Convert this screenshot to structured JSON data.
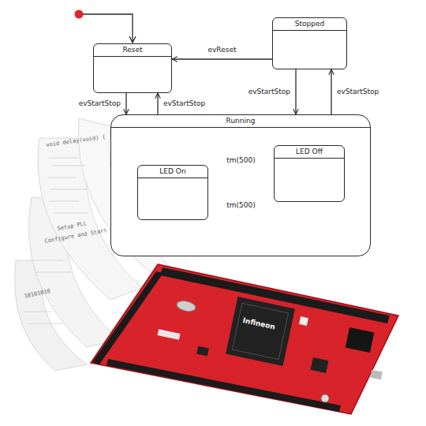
{
  "diagram": {
    "nodes": [
      {
        "text": [
          "Reset"
        ]
      },
      {
        "text": [
          "Stopped"
        ]
      },
      {
        "text": [
          "Running"
        ]
      },
      {
        "text": [
          "LED On"
        ],
        "in": 2
      },
      {
        "text": [
          "LED Off"
        ],
        "in": 2
      }
    ],
    "edges": [
      {
        "from": 1,
        "to": 0,
        "label": "evReset",
        "arrow": "to"
      },
      {
        "from": 0,
        "to": 2,
        "label": "evStartStop",
        "arrow": "to"
      },
      {
        "from": 2,
        "to": 0,
        "label": "evStartStop",
        "arrow": "to"
      },
      {
        "from": 1,
        "to": 2,
        "label": "evStartStop",
        "arrow": "to"
      },
      {
        "from": 2,
        "to": 1,
        "label": "evStartStop",
        "arrow": "to"
      },
      {
        "from": 3,
        "to": 4,
        "label": "tm(500)",
        "arrow": "to"
      },
      {
        "from": 4,
        "to": 3,
        "label": "tm(500)",
        "arrow": "to"
      }
    ],
    "labels": [
      "void delay(void) {",
      "Setup PLL",
      "Configure and Start",
      "10101010",
      "Infineon"
    ]
  }
}
